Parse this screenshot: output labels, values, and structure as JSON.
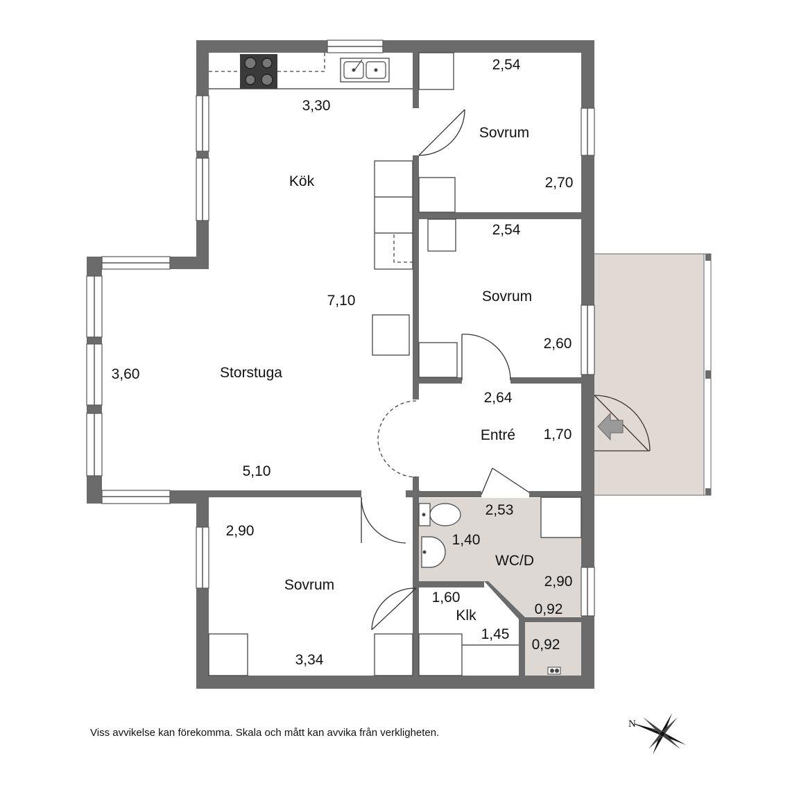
{
  "rooms": {
    "kok": "Kök",
    "storstuga": "Storstuga",
    "sovrum1": "Sovrum",
    "sovrum2": "Sovrum",
    "sovrum3": "Sovrum",
    "entre": "Entré",
    "wcd": "WC/D",
    "klk": "Klk"
  },
  "dimensions": {
    "kok_width": "3,30",
    "storstuga_length": "7,10",
    "storstuga_width": "3,60",
    "storstuga_bottom": "5,10",
    "sovrum1_top": "2,54",
    "sovrum1_side": "2,70",
    "sovrum2_top": "2,54",
    "sovrum2_side": "2,60",
    "entre_top": "2,64",
    "entre_side": "1,70",
    "wcd_top": "2,53",
    "wcd_left": "1,40",
    "wcd_side": "2,90",
    "wcd_small": "0,92",
    "sovrum3_side": "2,90",
    "sovrum3_bottom": "3,34",
    "klk_top": "1,60",
    "klk_side": "1,45",
    "small_room": "0,92"
  },
  "compass": {
    "north_label": "N"
  },
  "disclaimer": "Viss avvikelse kan förekomma. Skala och mått kan avvika från verkligheten.",
  "colors": {
    "wall": "#6b6b6b",
    "balcony": "#e0d9d4",
    "wet_room": "#ddd8d4"
  }
}
